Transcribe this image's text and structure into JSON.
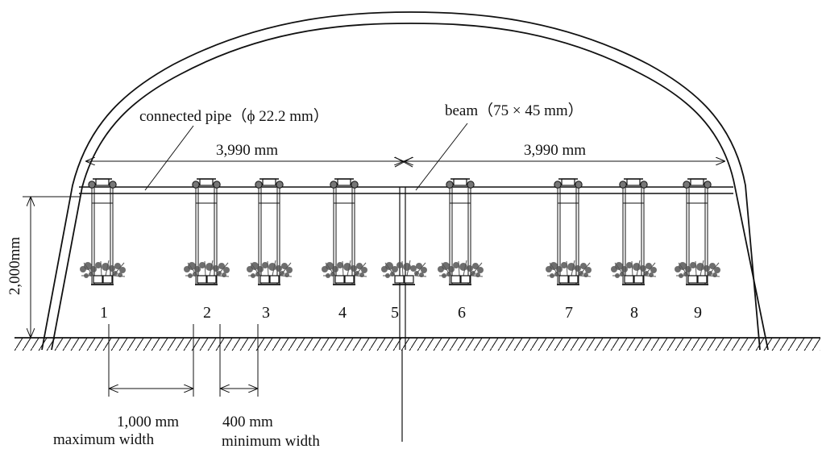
{
  "labels": {
    "pipe": "connected pipe（ϕ 22.2 mm）",
    "beam": "beam（75 × 45 mm）",
    "span_left": "3,990 mm",
    "span_right": "3,990 mm",
    "height": "2,000mm",
    "max_value": "1,000 mm",
    "max_caption": "maximum width",
    "min_value": "400 mm",
    "min_caption": "minimum width"
  },
  "rows": [
    {
      "number": "1",
      "has_frame": true
    },
    {
      "number": "2",
      "has_frame": true
    },
    {
      "number": "3",
      "has_frame": true
    },
    {
      "number": "4",
      "has_frame": true
    },
    {
      "number": "5",
      "has_frame": false
    },
    {
      "number": "6",
      "has_frame": true
    },
    {
      "number": "7",
      "has_frame": true
    },
    {
      "number": "8",
      "has_frame": true
    },
    {
      "number": "9",
      "has_frame": true
    }
  ],
  "colors": {
    "line": "#111111",
    "plant": "#555555"
  }
}
